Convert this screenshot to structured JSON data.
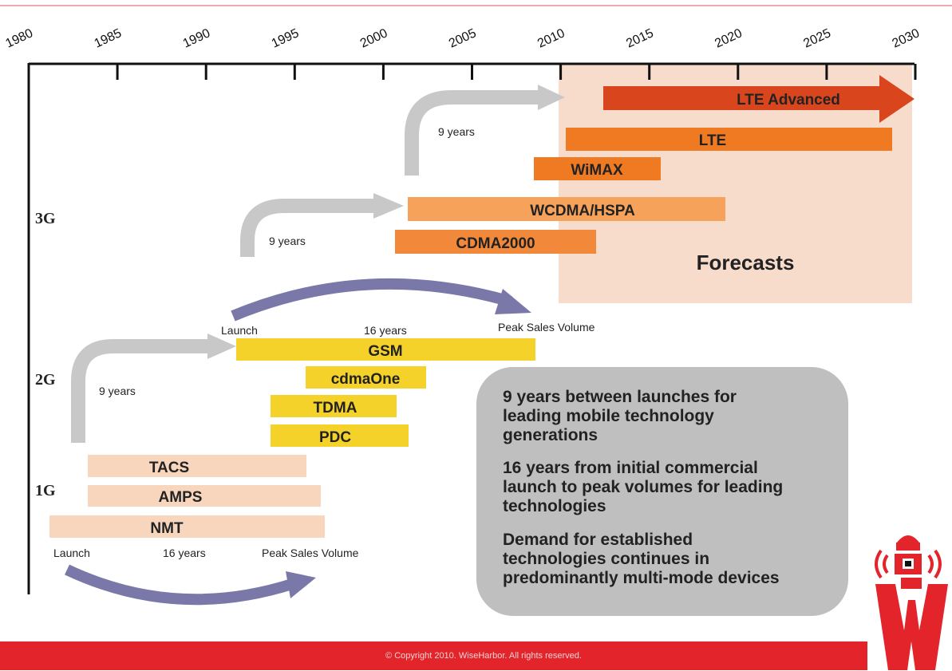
{
  "colors": {
    "gray_arrow": "#c8c8c8",
    "purple_arrow": "#7a78a8",
    "forecast_bg": "#f8dccb",
    "bar_1g": "#f8d6bd",
    "bar_2g": "#f5d22a",
    "bar_3g": "#f7a25a",
    "bar_3g_dark": "#f2893a",
    "bar_4g": "#ef7a22",
    "lte_adv": "#d9461e",
    "notes_bg": "#bfbfbf",
    "footer": "#e3242b",
    "logo": "#e3242b"
  },
  "axis": {
    "years": [
      "1980",
      "1985",
      "1990",
      "1995",
      "2000",
      "2005",
      "2010",
      "2015",
      "2020",
      "2025",
      "2030"
    ]
  },
  "generations": [
    "3G",
    "2G",
    "1G"
  ],
  "forecasts_label": "Forecasts",
  "bars": [
    {
      "label": "LTE Advanced"
    },
    {
      "label": "LTE"
    },
    {
      "label": "WiMAX"
    },
    {
      "label": "WCDMA/HSPA"
    },
    {
      "label": "CDMA2000"
    },
    {
      "label": "GSM"
    },
    {
      "label": "cdmaOne"
    },
    {
      "label": "TDMA"
    },
    {
      "label": "PDC"
    },
    {
      "label": "TACS"
    },
    {
      "label": "AMPS"
    },
    {
      "label": "NMT"
    }
  ],
  "gap_labels": [
    "9 years",
    "9 years",
    "9 years"
  ],
  "lifecycle_2g": {
    "launch": "Launch",
    "duration": "16 years",
    "peak": "Peak Sales Volume"
  },
  "lifecycle_1g": {
    "launch": "Launch",
    "duration": "16 years",
    "peak": "Peak Sales Volume"
  },
  "notes": [
    [
      "9 years between launches for",
      "leading mobile technology",
      "generations"
    ],
    [
      "16 years from initial commercial",
      "launch to peak volumes for leading",
      "technologies"
    ],
    [
      "Demand for established",
      "technologies continues in",
      "predominantly multi-mode devices"
    ]
  ],
  "footer": "© Copyright 2010. WiseHarbor.  All rights reserved.",
  "logo_icon": "lighthouse-w-logo"
}
